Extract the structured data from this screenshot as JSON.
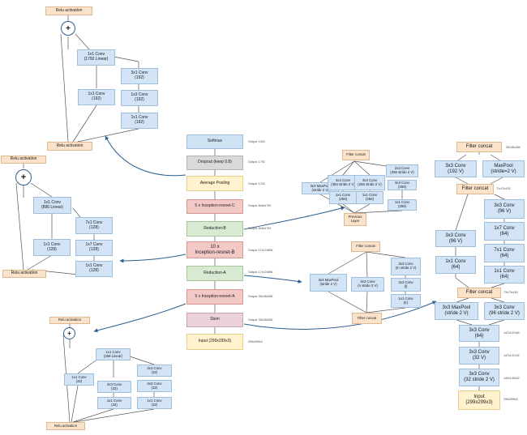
{
  "colors": {
    "conv": "#d2e4f6",
    "activation": "#fbe3cb",
    "input": "#fff2cc",
    "module": "#f3c9c6",
    "reduction": "#d9ead3",
    "dropout": "#d9d9d9",
    "stem": "#ead1dc",
    "arrow": "#2c5d8f"
  },
  "main_stack": {
    "softmax": "Softmax",
    "dropout": "Dropout (keep 0.8)",
    "avgpool": "Average Pooling",
    "block_c": "5 x Inception-resnet-C",
    "reduction_b": "Reduction-B",
    "block_b": "10 x\nInception-resnet-B",
    "reduction_a": "Reduction-A",
    "block_a": "5 x Inception-resnet-A",
    "stem": "Stem",
    "input": "Input (299x299x3)",
    "outputs": [
      "Output: 1000",
      "Output: 1792",
      "Output: 1792",
      "Output: 8x8x1792",
      "Output: 8x8x1792",
      "Output: 17x17x896",
      "Output: 17x17x896",
      "Output: 35x35x256",
      "Output: 35x35x256",
      "299x299x3"
    ]
  },
  "block_c": {
    "top": "Relu activation",
    "plus": "+",
    "linear": "1x1 Conv\n(1792 Linear)",
    "b2c": "3x1 Conv\n(192)",
    "b1": "1x1 Conv\n(192)",
    "b2b": "1x3 Conv\n(192)",
    "b2a": "1x1 Conv\n(192)",
    "bottom": "Relu activation"
  },
  "block_b": {
    "top": "Relu activation",
    "plus": "+",
    "linear": "1x1 Conv\n(896 Linear)",
    "b2c": "7x1 Conv\n(128)",
    "b1": "1x1 Conv\n(128)",
    "b2b": "1x7 Conv\n(128)",
    "b2a": "1x1 Conv\n(128)",
    "bottom": "Relu activation"
  },
  "block_a": {
    "top": "Relu activation",
    "plus": "+",
    "linear": "1x1 Conv\n(256 Linear)",
    "b3c": "3x3 Conv\n(32)",
    "b1": "1x1 Conv\n(32)",
    "b2b": "3x3 Conv\n(32)",
    "b3b": "3x3 Conv\n(32)",
    "b2a": "1x1 Conv\n(32)",
    "b3a": "1x1 Conv\n(32)",
    "bottom": "Relu activation"
  },
  "reduction_b": {
    "concat": "Filter concat",
    "pool": "3x3 MaxPool\n(stride 2 V)",
    "c1": "3x3 Conv\n(384 stride 2 V)",
    "c2": "3x3 Conv\n(256 stride 2 V)",
    "c3a": "3x3 Conv\n(256 stride 2 V)",
    "c3b": "3x3 Conv\n(256)",
    "d1": "1x1 Conv\n(256)",
    "d2": "1x1 Conv\n(256)",
    "d3": "1x1 Conv\n(256)",
    "prev": "Previous\nLayer"
  },
  "reduction_a": {
    "concat": "Filter concat",
    "pool": "3x3 MaxPool\n(stride 2 V)",
    "c1": "3x3 Conv\n(n stride 2 V)",
    "c2a": "3x3 Conv\n(m stride 2 V)",
    "c2b": "3x3 Conv\n(l)",
    "c2c": "1x1 Conv\n(k)",
    "bottom": "Filter concat"
  },
  "stem": {
    "concat3": "Filter concat",
    "c3a": "3x3 Conv\n(192 V)",
    "pool3": "MaxPool\n(stride=2 V)",
    "concat2": "Filter concat",
    "r1": "3x3 Conv\n(96 V)",
    "l1": "3x3 Conv\n(96 V)",
    "r2": "1x7 Conv\n(64)",
    "r3": "7x1 Conv\n(64)",
    "l2": "1x1 Conv\n(64)",
    "r4": "1x1 Conv\n(64)",
    "concat1": "Filter concat",
    "pool1": "3x3 MaxPool\n(stride 2 V)",
    "conv96": "3x3 Conv\n(96 stride 2 V)",
    "conv64": "3x3 Conv\n(64)",
    "conv32": "3x3 Conv\n(32 V)",
    "conv32s": "3x3 Conv\n(32 stride 2 V)",
    "input": "Input\n(299x299x3)",
    "sizes": [
      "35x35x384",
      "71x71x192",
      "73x73x160",
      "147x147x64",
      "147x147x32",
      "149x149x32",
      "299x299x3"
    ]
  }
}
